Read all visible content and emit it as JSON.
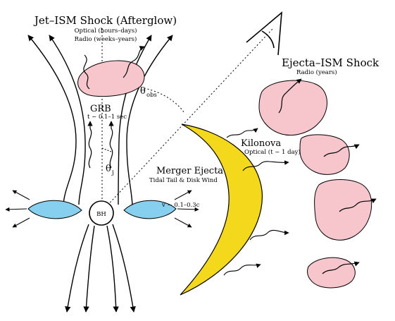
{
  "labels": {
    "jet_shock_title": "Jet–ISM Shock (Afterglow)",
    "jet_shock_optical": "Optical (hours–days)",
    "jet_shock_radio": "Radio (weeks–years)",
    "grb_title": "GRB",
    "grb_gamma": "t ~ 0.1–1 sec",
    "theta_obs": "θ",
    "theta_obs_sub": "obs",
    "theta_j": "θ",
    "theta_j_sub": "j",
    "ejecta_shock_title": "Ejecta–ISM Shock",
    "ejecta_shock_radio": "Radio (years)",
    "kilonova_title": "Kilonova",
    "kilonova_optical": "Optical (t ~ 1 day)",
    "merger_title": "Merger Ejecta",
    "merger_sub": "Tidal Tail & Disk Wind",
    "merger_velocity": "v ~ 0.1–0.3c",
    "bh_label": "BH"
  },
  "colors": {
    "pink": "#f6c6cc",
    "blue": "#87cfee",
    "yellow": "#f4d81c",
    "ink": "#000000"
  },
  "icons": [
    "observer-eye-icon",
    "black-hole-icon"
  ]
}
